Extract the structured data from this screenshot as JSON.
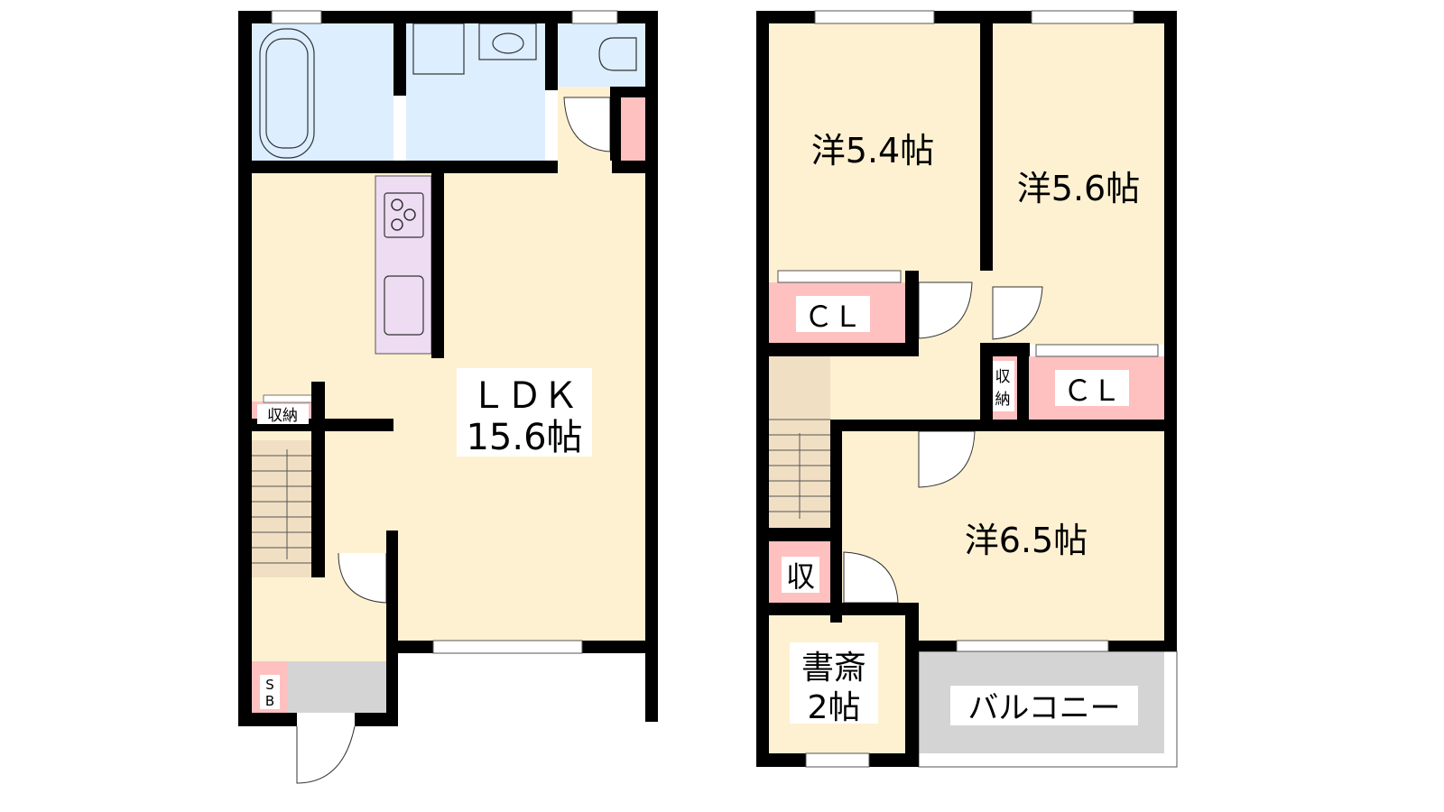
{
  "colors": {
    "floor": "#fef1d1",
    "wet_area": "#ddeeff",
    "storage": "#ffc0c0",
    "kitchen": "#eedcf3",
    "outdoor": "#d4d4d4",
    "stairs": "#f1dfc4",
    "wall": "#000000"
  },
  "floor1": {
    "ldk_line1": "ＬＤＫ",
    "ldk_line2": "15.6帖",
    "storage": "収納",
    "shoe_box_1": "S",
    "shoe_box_2": "B"
  },
  "floor2": {
    "room_a": "洋5.4帖",
    "room_b": "洋5.6帖",
    "room_c": "洋6.5帖",
    "closet_a": "ＣＬ",
    "closet_b": "ＣＬ",
    "storage_small_1": "収",
    "storage_small_2": "納",
    "storage_c": "収",
    "study_line1": "書斎",
    "study_line2": "2帖",
    "balcony": "バルコニー"
  }
}
